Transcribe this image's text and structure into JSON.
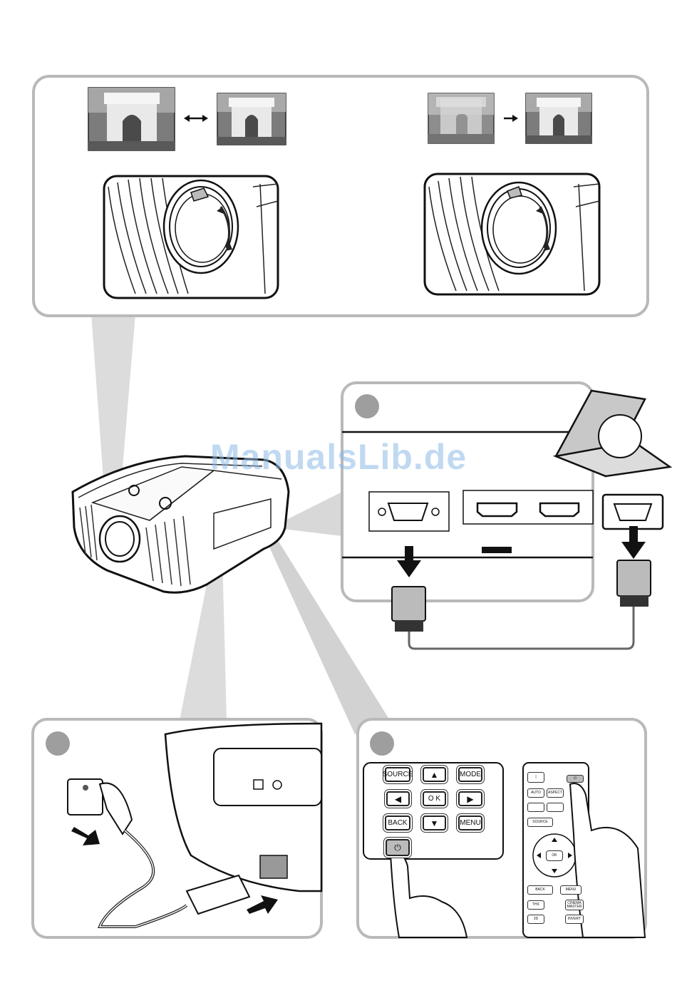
{
  "watermark": "ManualsLib.de",
  "keypad": {
    "source": "SOURCE",
    "mode": "MODE",
    "up": "▲",
    "left": "◀",
    "ok": "O K",
    "right": "▶",
    "back": "BACK",
    "down": "▼",
    "menu": "MENU"
  },
  "remote": {
    "auto": "AUTO",
    "aspect": "ASPECT",
    "source": "SOURCE",
    "ok": "OK",
    "back": "BACK",
    "menu": "MENU",
    "thx": "THX",
    "cinema_master": "CINEMA\nMASTER",
    "three_d": "3D",
    "invert": "INVERT"
  },
  "colors": {
    "panel_border": "#b9b9b9",
    "beam": "#d8d8d8",
    "ink": "#222222",
    "badge": "#9e9e9e"
  }
}
